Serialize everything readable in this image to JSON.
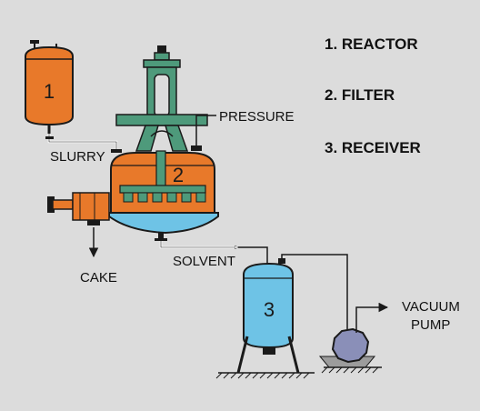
{
  "legend": {
    "items": [
      "1. REACTOR",
      "2. FILTER",
      "3. RECEIVER"
    ]
  },
  "labels": {
    "pressure": "PRESSURE",
    "slurry": "SLURRY",
    "cake": "CAKE",
    "solvent": "SOLVENT",
    "vacuum_line1": "VACUUM",
    "vacuum_line2": "PUMP"
  },
  "vessels": {
    "reactor_number": "1",
    "filter_number": "2",
    "receiver_number": "3"
  },
  "colors": {
    "background": "#dcdcdc",
    "reactor_fill": "#e8792a",
    "filter_fill": "#e8792a",
    "filter_liquid": "#6ec3e6",
    "receiver_fill": "#6ec3e6",
    "frame_green": "#4e9a7b",
    "pump_fill": "#8a8fb8",
    "outline": "#1a1a1a"
  }
}
